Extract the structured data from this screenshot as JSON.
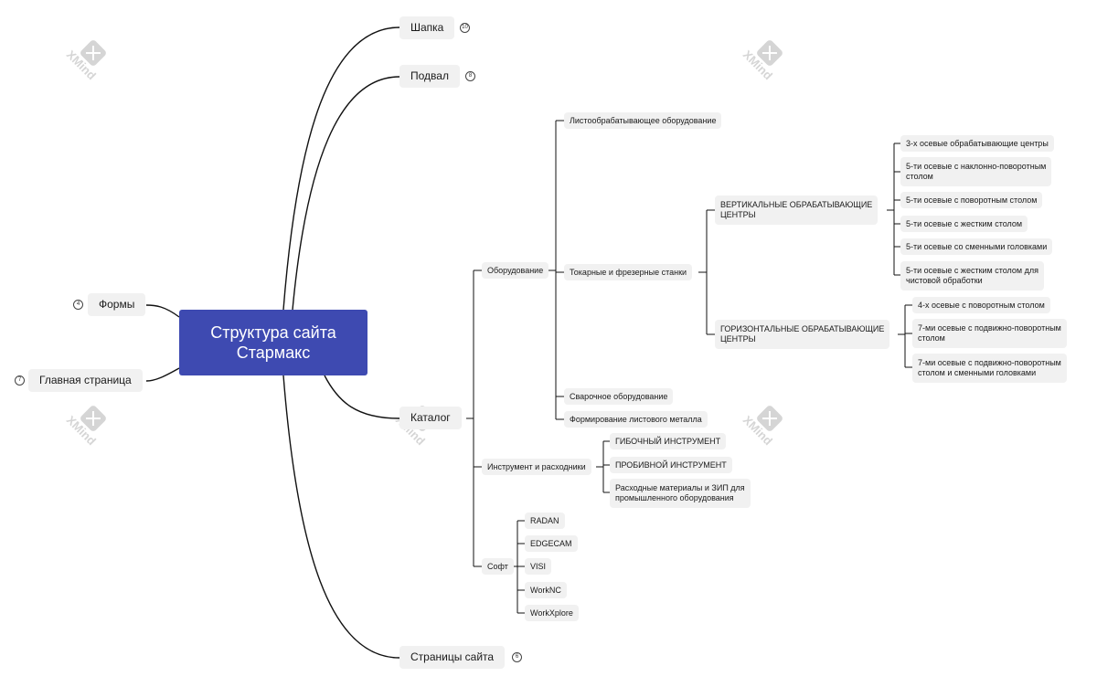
{
  "root": {
    "title_line1": "Структура сайта",
    "title_line2": "Стармакс"
  },
  "left": {
    "forms": "Формы",
    "home": "Главная страница"
  },
  "top": {
    "header": "Шапка",
    "footer": "Подвал"
  },
  "catalog": {
    "label": "Каталог",
    "equipment": {
      "label": "Оборудование",
      "sheet_metal": "Листообрабатывающее оборудование",
      "lathes": {
        "label": "Токарные и фрезерные станки",
        "vertical": {
          "label_line1": "ВЕРТИКАЛЬНЫЕ ОБРАБАТЫВАЮЩИЕ",
          "label_line2": "ЦЕНТРЫ",
          "items": [
            {
              "l1": "3-х осевые обрабатывающие центры",
              "l2": ""
            },
            {
              "l1": "5-ти осевые с наклонно-поворотным",
              "l2": "столом"
            },
            {
              "l1": "5-ти осевые с поворотным столом",
              "l2": ""
            },
            {
              "l1": "5-ти осевые с жестким столом",
              "l2": ""
            },
            {
              "l1": "5-ти осевые со сменными головками",
              "l2": ""
            },
            {
              "l1": "5-ти осевые с жестким столом для",
              "l2": "чистовой обработки"
            }
          ]
        },
        "horizontal": {
          "label_line1": "ГОРИЗОНТАЛЬНЫЕ ОБРАБАТЫВАЮЩИЕ",
          "label_line2": "ЦЕНТРЫ",
          "items": [
            {
              "l1": "4-х осевые с поворотным столом",
              "l2": ""
            },
            {
              "l1": "7-ми осевые с подвижно-поворотным",
              "l2": "столом"
            },
            {
              "l1": "7-ми осевые с подвижно-поворотным",
              "l2": "столом и сменными головками"
            }
          ]
        }
      },
      "welding": "Сварочное оборудование",
      "forming": "Формирование листового металла"
    },
    "tools": {
      "label": "Инструмент и расходники",
      "items": [
        {
          "l1": "ГИБОЧНЫЙ ИНСТРУМЕНТ",
          "l2": ""
        },
        {
          "l1": "ПРОБИВНОЙ ИНСТРУМЕНТ",
          "l2": ""
        },
        {
          "l1": "Расходные материалы и ЗИП для",
          "l2": "промышленного оборудования"
        }
      ]
    },
    "soft": {
      "label": "Софт",
      "items": [
        "RADAN",
        "EDGECAM",
        "VISI",
        "WorkNC",
        "WorkXplore"
      ]
    }
  },
  "pages": {
    "label": "Страницы сайта"
  },
  "badges": {
    "header": "10",
    "footer": "8",
    "forms": "4",
    "home": "7",
    "pages": "6"
  },
  "watermark": {
    "word": "XMind",
    "icon": "xmind-logo-icon"
  },
  "colors": {
    "root_fill": "#3e4ab1",
    "node_fill": "#f1f1f1",
    "line": "#111111"
  }
}
